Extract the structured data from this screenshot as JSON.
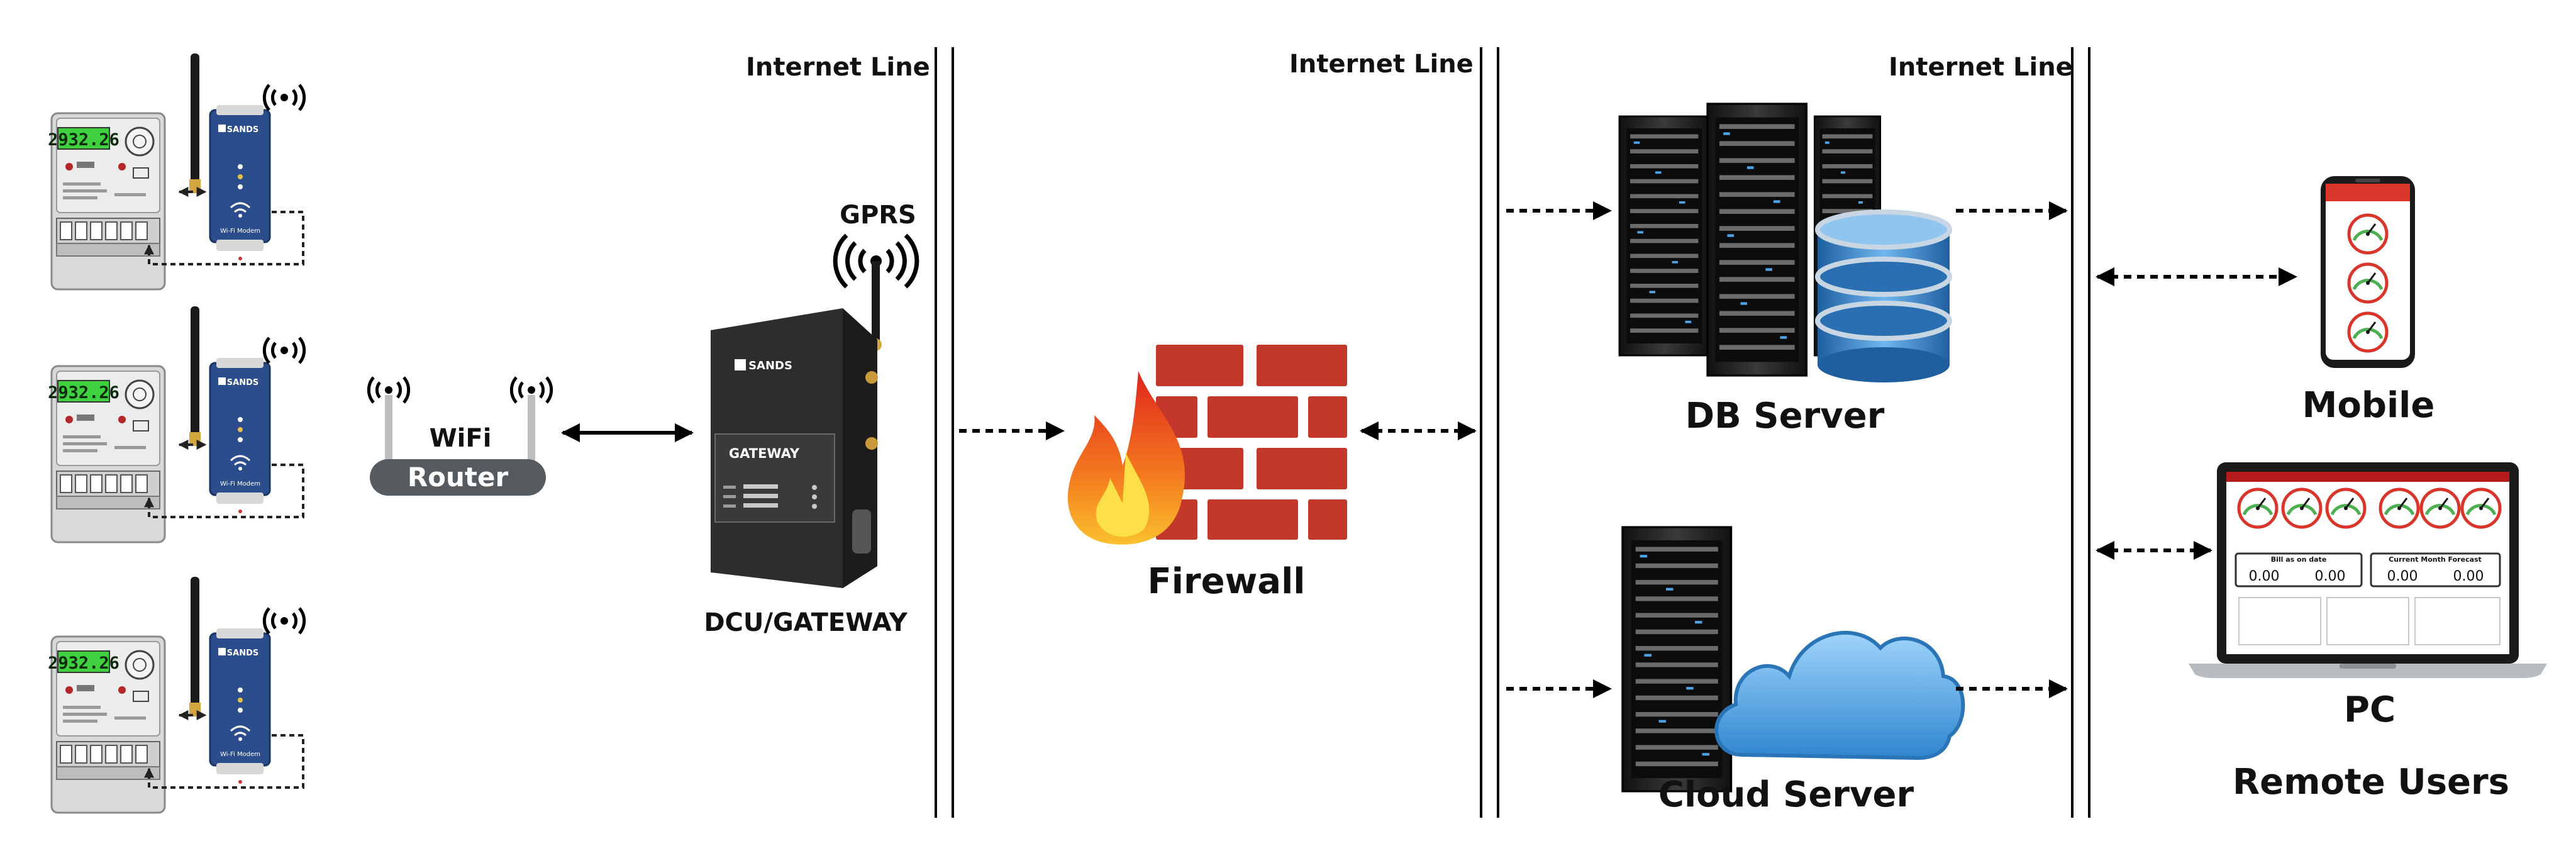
{
  "diagram": {
    "internet_line_1": "Internet Line",
    "internet_line_2": "Internet Line",
    "internet_line_3": "Internet Line",
    "meter_reading": "2932.26",
    "modem_brand": "SANDS",
    "modem_caption": "Wi-Fi Modem",
    "router_wifi": "WiFi",
    "router_label": "Router",
    "gprs_label": "GPRS",
    "gateway_brand": "SANDS",
    "gateway_panel_title": "GATEWAY",
    "gateway_caption": "DCU/GATEWAY",
    "firewall_label": "Firewall",
    "db_server_label": "DB Server",
    "cloud_server_label": "Cloud Server",
    "mobile_label": "Mobile",
    "pc_label": "PC",
    "remote_users_label": "Remote Users",
    "pc_screen": {
      "card_1_title": "Bill as on date",
      "card_2_title": "Current Month Forecast",
      "value": "0.00"
    },
    "colors": {
      "lcd": "#3fd13f",
      "modem_blue": "#2b4d8c",
      "router_grey": "#555b5e",
      "gateway_dark": "#2d2d2d",
      "brick_red": "#c4382b",
      "flame_orange": "#f05a1a",
      "cloud_blue": "#3d93d8",
      "server_black": "#1a1a1a",
      "db_blue": "#2f7cc1",
      "gauge_red": "#d9352a"
    }
  }
}
